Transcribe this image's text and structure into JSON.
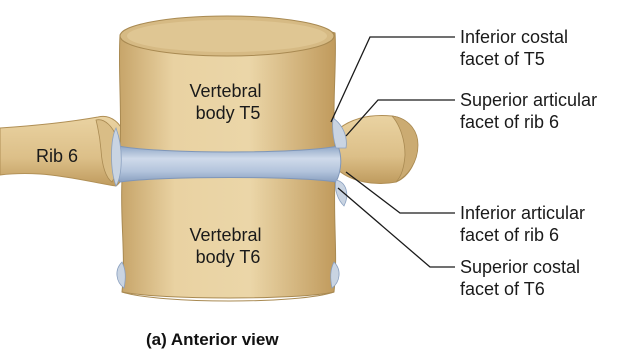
{
  "labels": {
    "vertebral_body_t5": [
      "Vertebral",
      "body T5"
    ],
    "vertebral_body_t6": [
      "Vertebral",
      "body T6"
    ],
    "rib_6": "Rib 6",
    "inferior_costal_facet_t5": [
      "Inferior costal",
      "facet of T5"
    ],
    "superior_articular_facet_rib6": [
      "Superior articular",
      "facet of rib 6"
    ],
    "inferior_articular_facet_rib6": [
      "Inferior articular",
      "facet of rib 6"
    ],
    "superior_costal_facet_t6": [
      "Superior costal",
      "facet of T6"
    ]
  },
  "caption": "(a) Anterior view",
  "colors": {
    "bone": "#e4cc98",
    "bone_shadow": "#bf9d5f",
    "bone_top": "#dcc08a",
    "disc": "#b9c9dd",
    "facet": "#c9d4e2",
    "line": "#1a1a1a"
  }
}
